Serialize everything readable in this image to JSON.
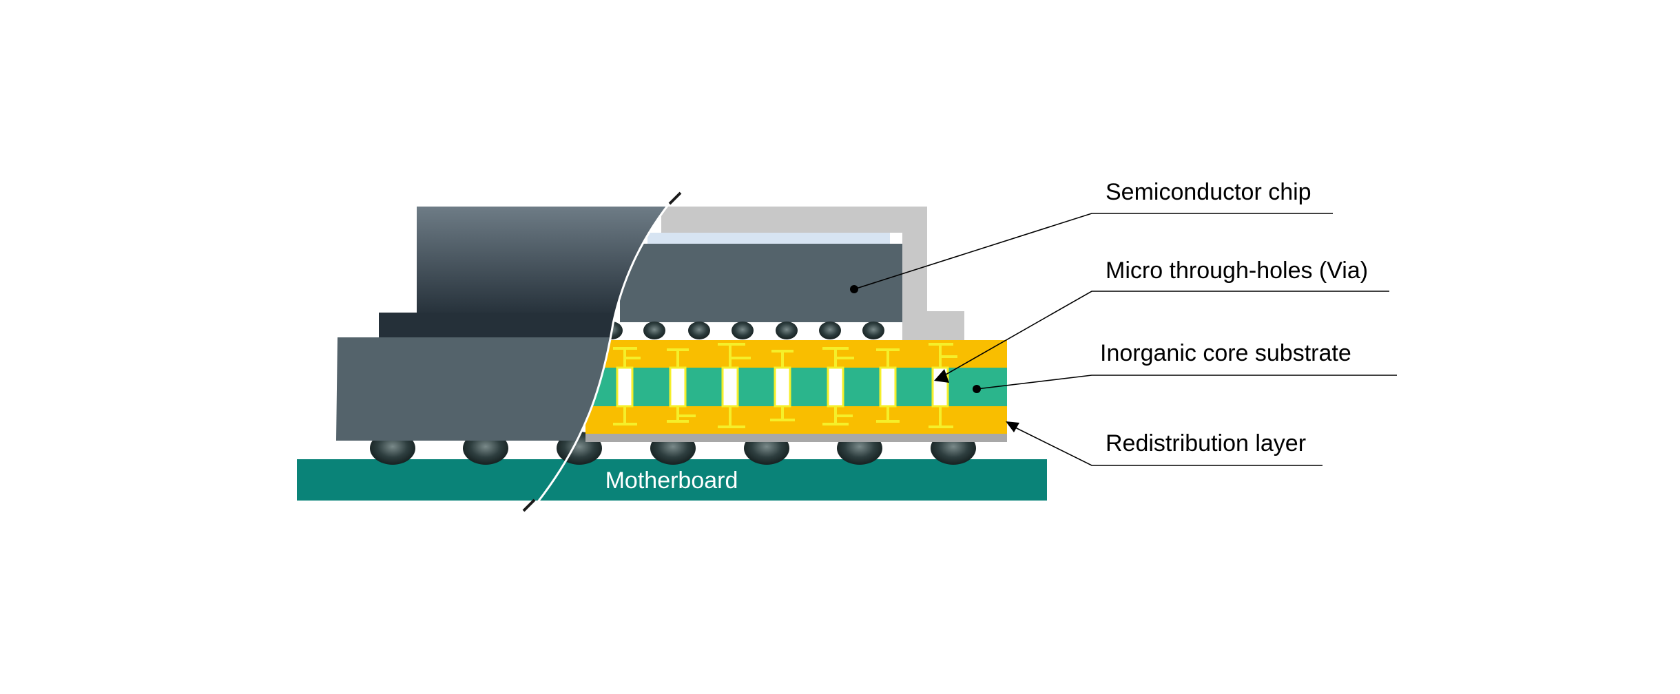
{
  "labels": {
    "semiconductor_chip": "Semiconductor chip",
    "micro_through_holes": "Micro through-holes (Via)",
    "inorganic_core_substrate": "Inorganic core substrate",
    "redistribution_layer": "Redistribution layer",
    "motherboard": "Motherboard"
  },
  "colors": {
    "motherboard": "#0a8378",
    "substrate_core": "#2bb58c",
    "redistribution": "#f9be00",
    "wiring": "#f5ef2a",
    "chip": "#54636b",
    "chip_dark_top": "#6c7a85",
    "chip_dark_bottom": "#1f2a33",
    "mold_outline": "#c8c8c8",
    "bump": "#2a3a3c",
    "leader_line": "#000000"
  }
}
